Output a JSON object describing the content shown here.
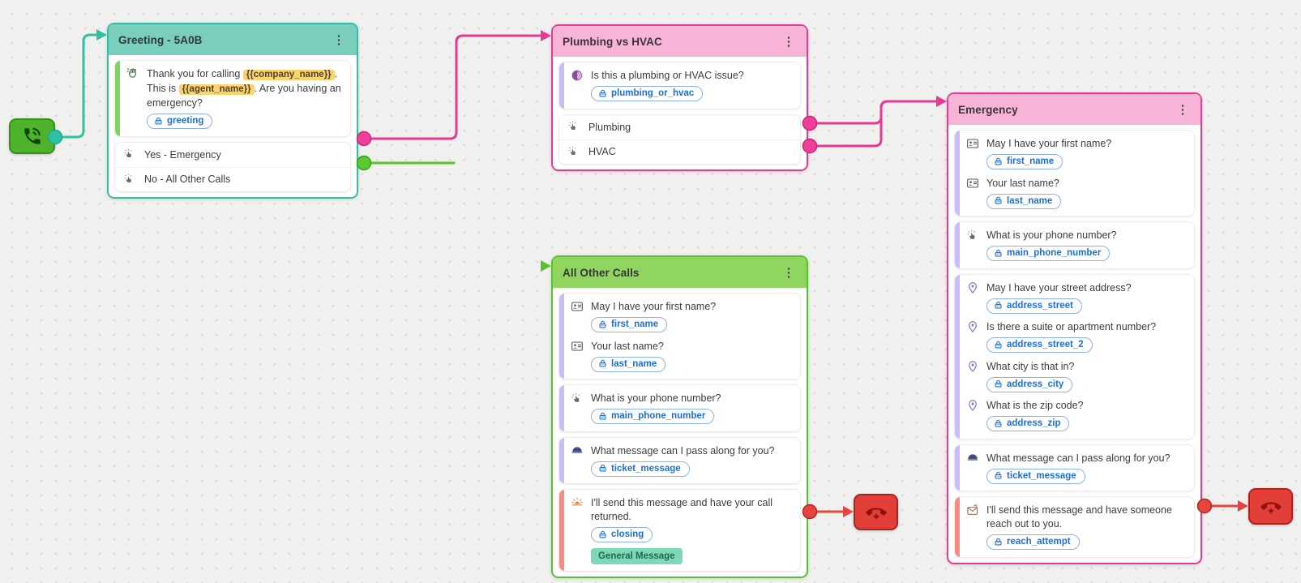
{
  "palette": {
    "canvas_bg": "#f0f0ee",
    "grid_dot": "#d9d9d7",
    "teal": "#2fbfa3",
    "teal_header": "#79cfbc",
    "pink": "#e73895",
    "pink_header": "#f8b4d6",
    "green": "#58c12d",
    "green_header": "#8fd55f",
    "red": "#e6443e",
    "chip_blue": "#1b6fdd",
    "variable_bg": "#fcd26c",
    "accent_lavender": "#c9bcf9",
    "accent_salmon": "#f88b84",
    "accent_green": "#7ed45e",
    "badge_bg": "#7ed8b5"
  },
  "glyphs": {
    "kebab": "⋮"
  },
  "start_node": {
    "icon": "phone-call-icon"
  },
  "end_nodes": [
    {
      "icon": "hang-up-icon"
    },
    {
      "icon": "hang-up-icon"
    }
  ],
  "nodes": {
    "greeting": {
      "title": "Greeting - 5A0B",
      "message": {
        "icon": "waving-hand-icon",
        "text_part1": "Thank you for calling",
        "variable1": "{{company_name}}",
        "text_part2": ". This is",
        "variable2": "{{agent_name}}",
        "text_part3": ". Are you having an emergency?",
        "field_chip": "greeting"
      },
      "options": [
        {
          "icon": "tap-choice-icon",
          "label": "Yes - Emergency"
        },
        {
          "icon": "tap-choice-icon",
          "label": "No - All Other Calls"
        }
      ]
    },
    "plumbing_vs_hvac": {
      "title": "Plumbing vs HVAC",
      "question": {
        "icon": "voice-question-icon",
        "text": "Is this a plumbing or HVAC issue?",
        "field_chip": "plumbing_or_hvac"
      },
      "options": [
        {
          "icon": "tap-choice-icon",
          "label": "Plumbing"
        },
        {
          "icon": "tap-choice-icon",
          "label": "HVAC"
        }
      ]
    },
    "all_other_calls": {
      "title": "All Other Calls",
      "blocks": [
        {
          "questions": [
            {
              "icon": "id-card-icon",
              "text": "May I have your first name?",
              "field_chip": "first_name"
            },
            {
              "icon": "id-card-icon",
              "text": "Your last name?",
              "field_chip": "last_name"
            }
          ]
        },
        {
          "questions": [
            {
              "icon": "tap-number-icon",
              "text": "What is your phone number?",
              "field_chip": "main_phone_number"
            }
          ]
        },
        {
          "questions": [
            {
              "icon": "visor-message-icon",
              "text": "What message can I pass along for you?",
              "field_chip": "ticket_message"
            }
          ]
        },
        {
          "questions": [
            {
              "icon": "sunrise-icon",
              "text": "I'll send this message and have your call returned.",
              "field_chip": "closing"
            }
          ],
          "badge": "General Message"
        }
      ]
    },
    "emergency": {
      "title": "Emergency",
      "blocks": [
        {
          "questions": [
            {
              "icon": "id-card-icon",
              "text": "May I have your first name?",
              "field_chip": "first_name"
            },
            {
              "icon": "id-card-icon",
              "text": "Your last name?",
              "field_chip": "last_name"
            }
          ]
        },
        {
          "questions": [
            {
              "icon": "tap-number-icon",
              "text": "What is your phone number?",
              "field_chip": "main_phone_number"
            }
          ]
        },
        {
          "questions": [
            {
              "icon": "location-pin-icon",
              "text": "May I have your street address?",
              "field_chip": "address_street"
            },
            {
              "icon": "location-pin-icon",
              "text": "Is there a suite or apartment number?",
              "field_chip": "address_street_2"
            },
            {
              "icon": "location-pin-icon",
              "text": "What city is that in?",
              "field_chip": "address_city"
            },
            {
              "icon": "location-pin-icon",
              "text": "What is the zip code?",
              "field_chip": "address_zip"
            }
          ]
        },
        {
          "questions": [
            {
              "icon": "visor-message-icon",
              "text": "What message can I pass along for you?",
              "field_chip": "ticket_message"
            }
          ]
        },
        {
          "questions": [
            {
              "icon": "mail-send-icon",
              "text": "I'll send this message and have someone reach out to you.",
              "field_chip": "reach_attempt"
            }
          ]
        }
      ]
    }
  }
}
